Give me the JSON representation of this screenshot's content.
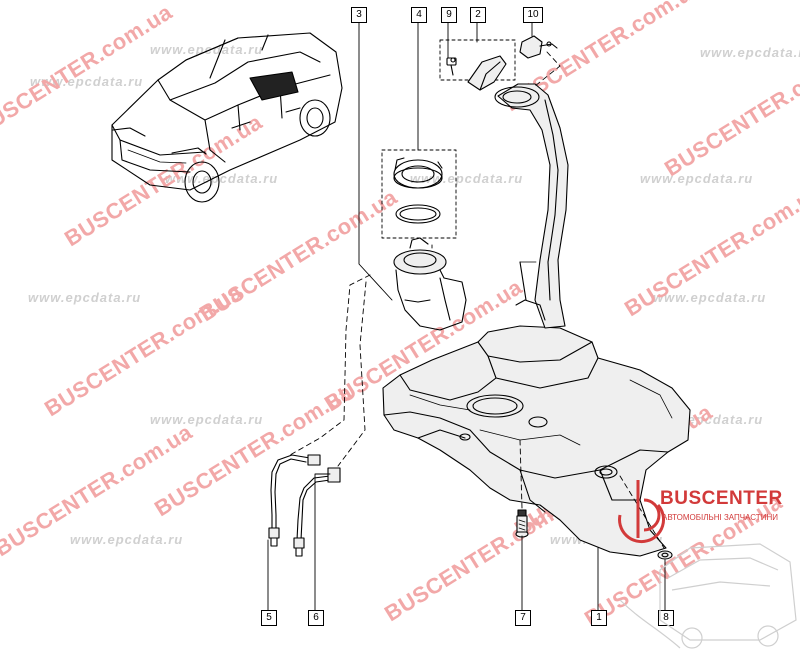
{
  "callouts": {
    "c1": "1",
    "c2": "2",
    "c3": "3",
    "c4": "4",
    "c5": "5",
    "c6": "6",
    "c7": "7",
    "c8": "8",
    "c9": "9",
    "c10": "10"
  },
  "watermarks": {
    "red": "BUSCENTER.com.ua",
    "red_short": "BUSCENTER",
    "grey": "www.epcdata.ru"
  },
  "logo": {
    "brand": "BUSCENTER",
    "subtitle": "АВТОМОБІЛЬНІ ЗАПЧАСТИНИ"
  },
  "colors": {
    "line": "#000000",
    "watermark_red": "#f2a8a8",
    "brand_red": "#d23a3a",
    "part_fill": "#efefef"
  }
}
